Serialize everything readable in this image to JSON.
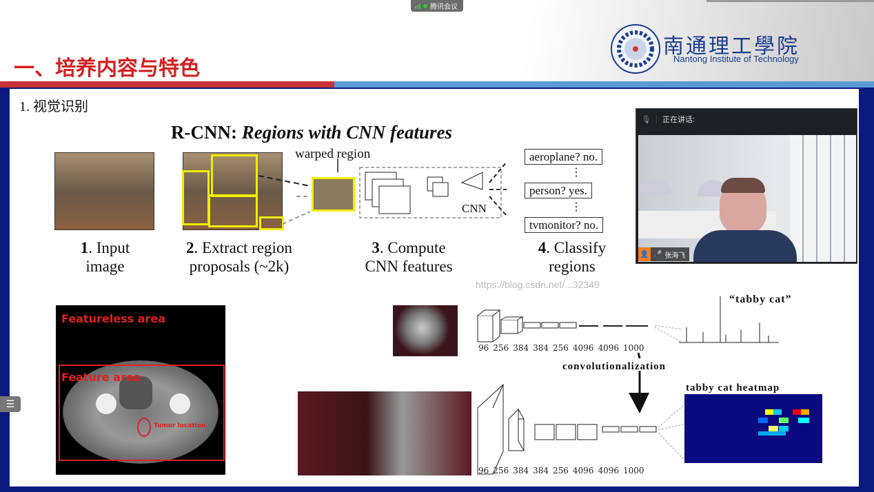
{
  "meeting": {
    "app_name": "腾讯会议"
  },
  "slide": {
    "title": "一、培养内容与特色",
    "logo": {
      "cn": "南通理工學院",
      "en": "Nantong Institute of Technology"
    },
    "subtitle": "1. 视觉识别",
    "rcnn": {
      "title_bold": "R-CNN: ",
      "title_italic": "Regions with CNN features",
      "warped": "warped region",
      "cnn": "CNN",
      "classes": [
        "aeroplane? no.",
        "person? yes.",
        "tvmonitor? no."
      ],
      "dots": "⋮",
      "steps": [
        {
          "num": "1",
          "text": ". Input",
          "line2": "image"
        },
        {
          "num": "2",
          "text": ". Extract region",
          "line2": "proposals (~2k)"
        },
        {
          "num": "3",
          "text": ". Compute",
          "line2": "CNN features"
        },
        {
          "num": "4",
          "text": ". Classify",
          "line2": "regions"
        }
      ],
      "watermark": "https://blog.csdn.net/...32349"
    },
    "ct": {
      "featureless": "Featureless area",
      "feature": "Feature area",
      "tumor": "Tumor location"
    },
    "fcn": {
      "top_labels": [
        "96",
        "256",
        "384",
        "384",
        "256",
        "4096",
        "4096",
        "1000"
      ],
      "bottom_labels": [
        "96",
        "256",
        "384",
        "384",
        "256",
        "4096",
        "4096",
        "1000"
      ],
      "tabby": "“tabby cat”",
      "conv": "convolutionalization",
      "heatmap": "tabby cat heatmap"
    }
  },
  "video": {
    "speaking_label": "正在讲话:",
    "participant": "张海飞"
  },
  "colors": {
    "title_red": "#d42020",
    "frame_navy": "#0b1a80",
    "bar_blue": "#5b9bd5",
    "bar_red": "#c8323a"
  }
}
